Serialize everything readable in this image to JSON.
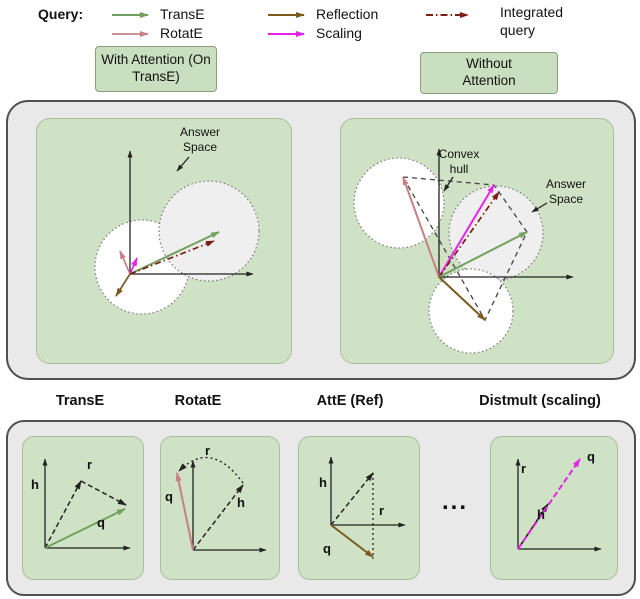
{
  "legend": {
    "query_label": "Query:",
    "transE": "TransE",
    "rotatE": "RotatE",
    "reflection": "Reflection",
    "scaling": "Scaling",
    "integrated": "Integrated query"
  },
  "mode_boxes": {
    "with_attention": "With Attention (On TransE)",
    "without_attention": "Without Attention"
  },
  "attention_panel": {
    "answer_space": "Answer Space"
  },
  "no_attention_panel": {
    "convex_hull": "Convex hull",
    "answer_space": "Answer Space"
  },
  "bottom": {
    "ellipsis": "...",
    "panels": [
      {
        "title": "TransE",
        "h": "h",
        "r": "r",
        "q": "q"
      },
      {
        "title": "RotatE",
        "h": "h",
        "r": "r",
        "q": "q"
      },
      {
        "title": "AttE (Ref)",
        "h": "h",
        "r": "r",
        "q": "q"
      },
      {
        "title": "Distmult (scaling)",
        "h": "h",
        "r": "r",
        "q": "q"
      }
    ]
  },
  "colors": {
    "transE_green": "#71a05f",
    "rotatE_pink": "#c98084",
    "reflection_brown": "#7c5a1d",
    "scaling_magenta": "#e922e9",
    "integrated_dark_red": "#7c1d12",
    "panel_green": "#cfe2c5",
    "container_gray": "#e9e9e9"
  }
}
